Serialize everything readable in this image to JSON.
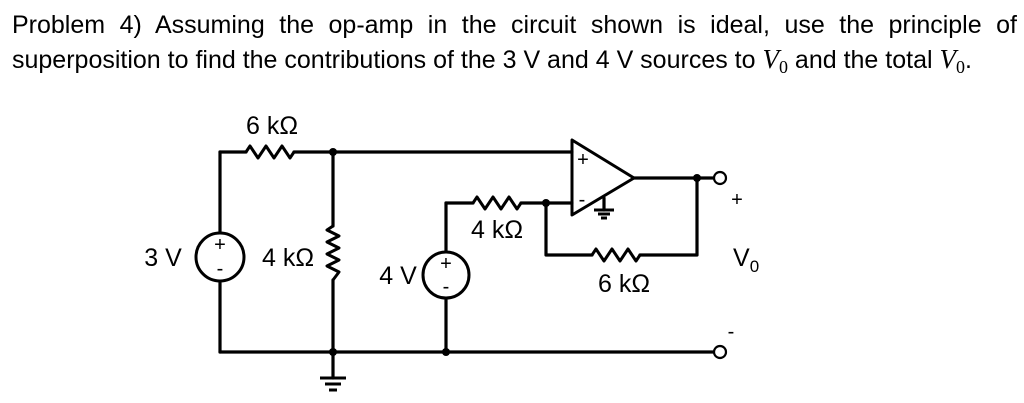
{
  "problem": {
    "text_before": "Problem 4) Assuming the op-amp in the circuit shown is ideal, use the principle of superposition to find the contributions of the 3 V and 4 V sources to ",
    "math_var": "V",
    "math_sub": "0",
    "text_middle": " and the total ",
    "text_end": "."
  },
  "circuit": {
    "labels": {
      "r_top": "6 kΩ",
      "r_shunt": "4 kΩ",
      "r_input": "4 kΩ",
      "r_feedback": "6 kΩ",
      "src_3v": "3 V",
      "src_4v": "4 V"
    },
    "source_3v": {
      "plus": "+",
      "minus": "-"
    },
    "source_4v": {
      "plus": "+",
      "minus": "-"
    },
    "opamp": {
      "noninverting": "+",
      "inverting": "-"
    },
    "output": {
      "plus": "+",
      "minus": "-",
      "var": "V",
      "sub": "0"
    }
  }
}
